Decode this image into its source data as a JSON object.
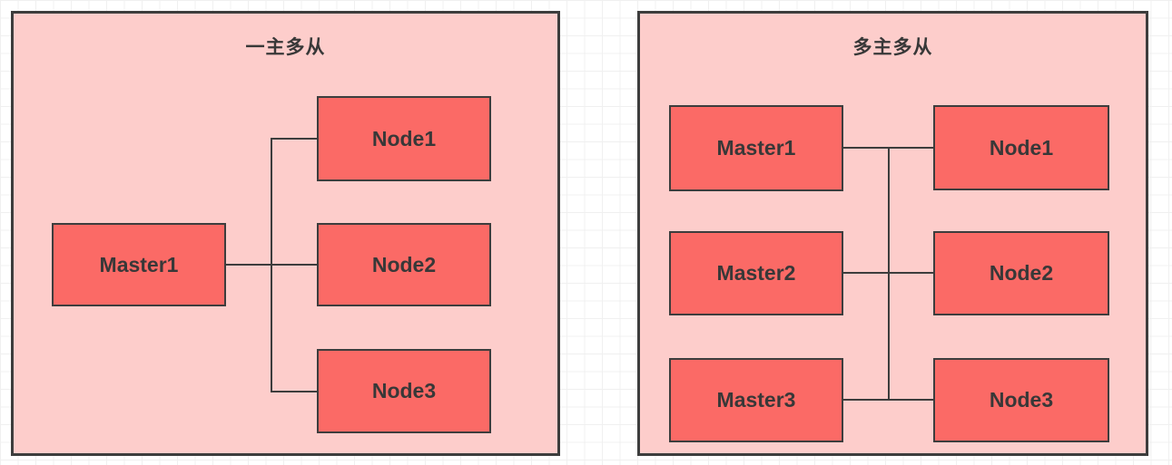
{
  "colors": {
    "canvas_bg": "#ffffff",
    "grid_line": "#f0f0f0",
    "container_fill": "#fdcdcb",
    "box_fill": "#fb6a66",
    "stroke": "#3d3d3d",
    "text": "#383838"
  },
  "diagrams": [
    {
      "id": "single-master-multi-slave",
      "title": "一主多从",
      "master_labels": [
        "Master1"
      ],
      "node_labels": [
        "Node1",
        "Node2",
        "Node3"
      ]
    },
    {
      "id": "multi-master-multi-slave",
      "title": "多主多从",
      "master_labels": [
        "Master1",
        "Master2",
        "Master3"
      ],
      "node_labels": [
        "Node1",
        "Node2",
        "Node3"
      ]
    }
  ]
}
